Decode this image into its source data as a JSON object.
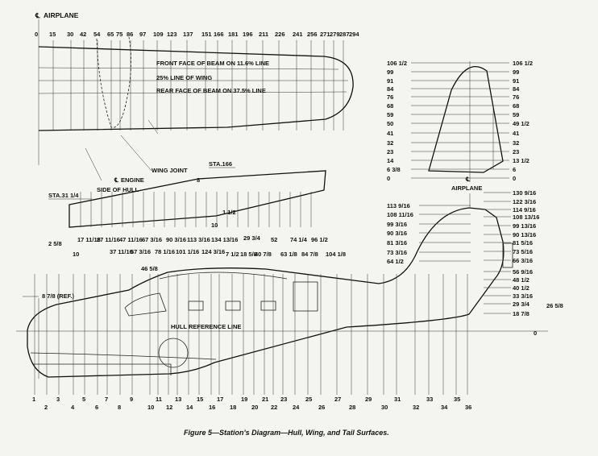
{
  "wing": {
    "centerline_label": "AIRPLANE",
    "stations": [
      "0",
      "15",
      "30",
      "42",
      "54",
      "65",
      "75",
      "86",
      "97",
      "109",
      "123",
      "137",
      "151",
      "166",
      "181",
      "196",
      "211",
      "226",
      "241",
      "256",
      "271",
      "279",
      "287",
      "294"
    ],
    "note_front": "FRONT FACE OF BEAM ON 11.6% LINE",
    "note_25": "25% LINE OF WING",
    "note_rear": "REAR FACE OF BEAM ON 37.5% LINE",
    "engine": "ENGINE",
    "wing_joint": "WING JOINT",
    "side_of_hull": "SIDE OF HULL",
    "sta166": "STA.166",
    "sta31": "STA.31 1/4"
  },
  "htail": {
    "stations": [
      "2 5/8",
      "10",
      "17 11/16",
      "27 11/16",
      "37 11/16",
      "47 11/16",
      "57 3/16",
      "67 3/16",
      "78 1/16",
      "90 3/16",
      "101 1/16",
      "113 3/16",
      "124 3/16",
      "134 13/16",
      "7 1/2",
      "18 5/8",
      "29 3/4",
      "40 7/8",
      "52",
      "63 1/8",
      "74 1/4",
      "84 7/8",
      "96 1/2",
      "104 1/8",
      "10",
      "1 1/2",
      "8"
    ]
  },
  "vtail": {
    "left": [
      "106 1/2",
      "99",
      "91",
      "84",
      "76",
      "68",
      "59",
      "50",
      "41",
      "32",
      "23",
      "14",
      "6 3/8",
      "0"
    ],
    "right": [
      "106 1/2",
      "99",
      "91",
      "84",
      "76",
      "68",
      "59",
      "49 1/2",
      "41",
      "32",
      "23",
      "13 1/2",
      "6",
      "0"
    ]
  },
  "hull": {
    "centerline_label": "AIRPLANE",
    "ref_label": "8 7/8 (REF.)",
    "hull_ref_line": "HULL REFERENCE LINE",
    "top_station": "46 5/8",
    "left_stations": [
      "113 9/16",
      "108 11/16",
      "99 3/16",
      "90 3/16",
      "81 3/16",
      "73 3/16",
      "64 1/2"
    ],
    "right_stations": [
      "130 9/16",
      "122 3/16",
      "114 9/16",
      "108 13/16",
      "99 13/16",
      "90 13/16",
      "81 5/16",
      "73 5/16",
      "66 3/16",
      "56 9/16",
      "48 1/2",
      "40 1/2",
      "33 3/16",
      "29 3/4",
      "18 7/8"
    ],
    "extra": "26 5/8",
    "zero": "0",
    "bottom_stations": [
      "1",
      "2",
      "3",
      "4",
      "5",
      "6",
      "7",
      "8",
      "9",
      "10",
      "11",
      "12",
      "13",
      "14",
      "15",
      "16",
      "17",
      "18",
      "19",
      "20",
      "21",
      "22",
      "23",
      "24",
      "25",
      "26",
      "27",
      "28",
      "29",
      "30",
      "31",
      "32",
      "33",
      "34",
      "35",
      "36"
    ]
  },
  "caption": "Figure 5—Station's Diagram—Hull, Wing, and Tail Surfaces."
}
